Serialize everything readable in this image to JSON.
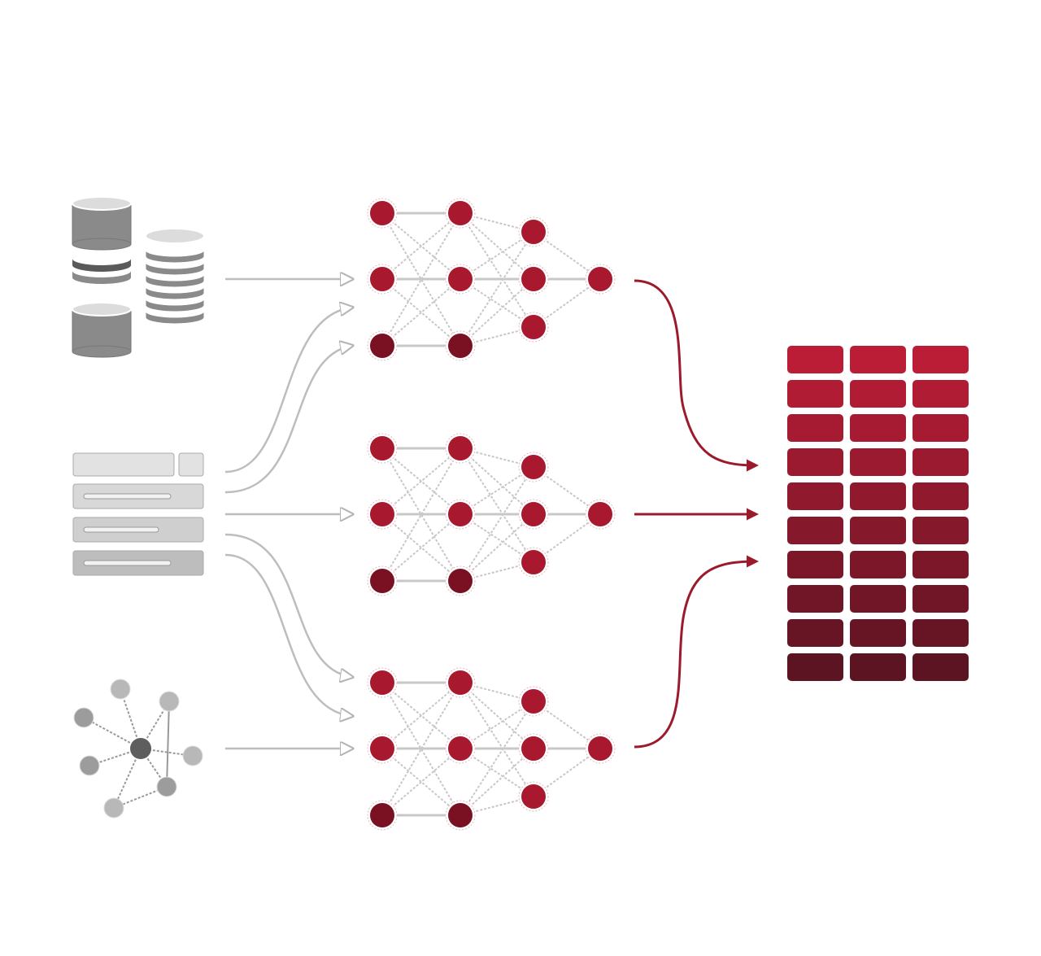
{
  "colors": {
    "node": "#a8182e",
    "node_dark": "#7a1122",
    "edge": "#c8c8c8",
    "arrow_gray": "#bdbdbd",
    "arrow_red": "#9b1b2c",
    "grid_top": "#bb1d36",
    "grid_bottom": "#5c1422",
    "icon_light": "#dcdcdc",
    "icon_mid": "#8a8a8a",
    "icon_dark": "#5a5a5a"
  },
  "sources": [
    {
      "name": "databases",
      "icon": "database-icon"
    },
    {
      "name": "documents",
      "icon": "document-icon"
    },
    {
      "name": "graph",
      "icon": "graph-icon"
    }
  ],
  "network": {
    "layers": [
      3,
      3,
      3,
      1
    ],
    "count": 3
  },
  "output_grid": {
    "rows": 10,
    "cols": 3
  }
}
